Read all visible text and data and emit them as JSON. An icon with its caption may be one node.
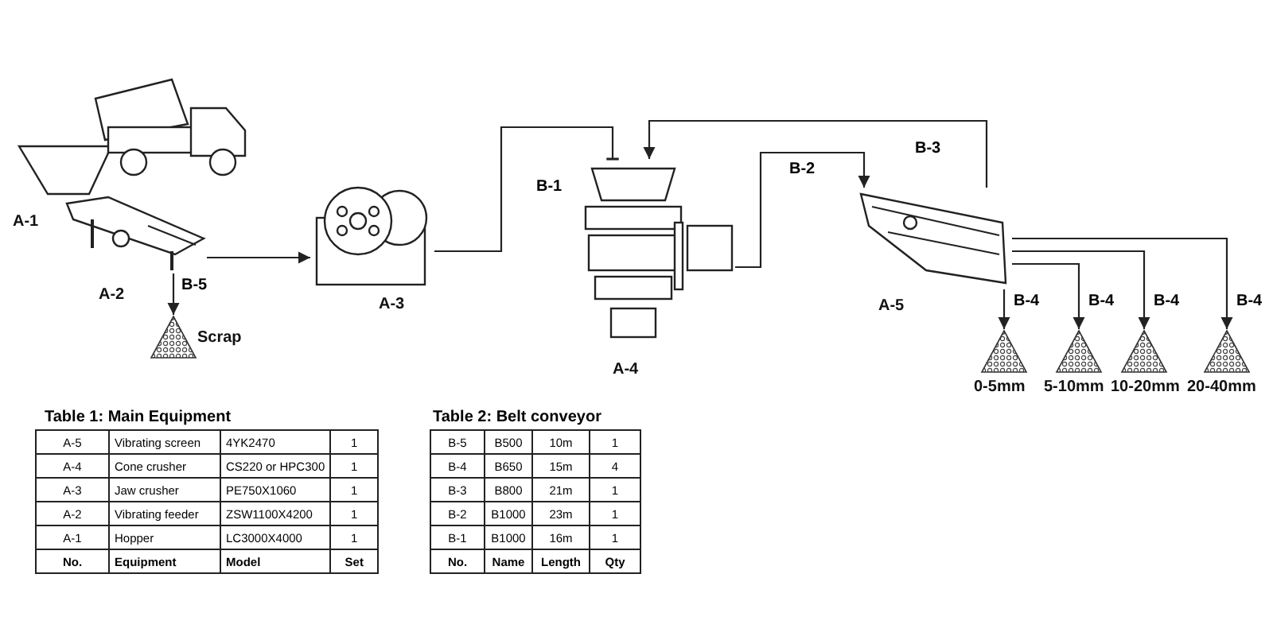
{
  "diagram": {
    "nodes": [
      {
        "text": [],
        "shape": "picture",
        "beside": [
          "A-1"
        ]
      },
      {
        "text": [],
        "shape": "picture",
        "beside": [
          "A-2"
        ]
      },
      {
        "text": [],
        "shape": "picture",
        "beside": [
          "Scrap"
        ]
      },
      {
        "text": [],
        "shape": "picture",
        "beside": [
          "A-3"
        ]
      },
      {
        "text": [],
        "shape": "picture",
        "beside": [
          "A-4"
        ]
      },
      {
        "text": [],
        "shape": "picture",
        "beside": [
          "A-5"
        ]
      },
      {
        "text": [],
        "shape": "picture",
        "beside": [
          "0-5mm"
        ]
      },
      {
        "text": [],
        "shape": "picture",
        "beside": [
          "5-10mm"
        ]
      },
      {
        "text": [],
        "shape": "picture",
        "beside": [
          "10-20mm"
        ]
      },
      {
        "text": [],
        "shape": "picture",
        "beside": [
          "20-40mm"
        ]
      }
    ],
    "edges": [
      {
        "from": 1,
        "to": 2,
        "arrow": "to",
        "label": "B-5"
      },
      {
        "from": 1,
        "to": 3,
        "arrow": "to"
      },
      {
        "from": 3,
        "to": 4,
        "arrow": "other",
        "label": "B-1"
      },
      {
        "from": 4,
        "to": 5,
        "arrow": "to",
        "label": "B-2"
      },
      {
        "from": 5,
        "to": 4,
        "arrow": "to",
        "label": "B-3"
      },
      {
        "from": 5,
        "to": 6,
        "arrow": "to",
        "label": "B-4"
      },
      {
        "from": 5,
        "to": 7,
        "arrow": "to",
        "label": "B-4"
      },
      {
        "from": 5,
        "to": 8,
        "arrow": "to",
        "label": "B-4"
      },
      {
        "from": 5,
        "to": 9,
        "arrow": "to",
        "label": "B-4"
      }
    ],
    "labels": [
      "Table 1: Main Equipment",
      "A-5",
      "Vibrating screen",
      "4YK2470",
      "1",
      "A-4",
      "Cone crusher",
      "CS220 or HPC300",
      "1",
      "A-3",
      "Jaw crusher",
      "PE750X1060",
      "1",
      "A-2",
      "Vibrating feeder",
      "ZSW1100X4200",
      "1",
      "A-1",
      "Hopper",
      "LC3000X4000",
      "1",
      "No.",
      "Equipment",
      "Model",
      "Set",
      "Table 2: Belt conveyor",
      "B-5",
      "B500",
      "10m",
      "1",
      "B-4",
      "B650",
      "15m",
      "4",
      "B-3",
      "B800",
      "21m",
      "1",
      "B-2",
      "B1000",
      "23m",
      "1",
      "B-1",
      "B1000",
      "16m",
      "1",
      "No.",
      "Name",
      "Length",
      "Qty"
    ]
  }
}
